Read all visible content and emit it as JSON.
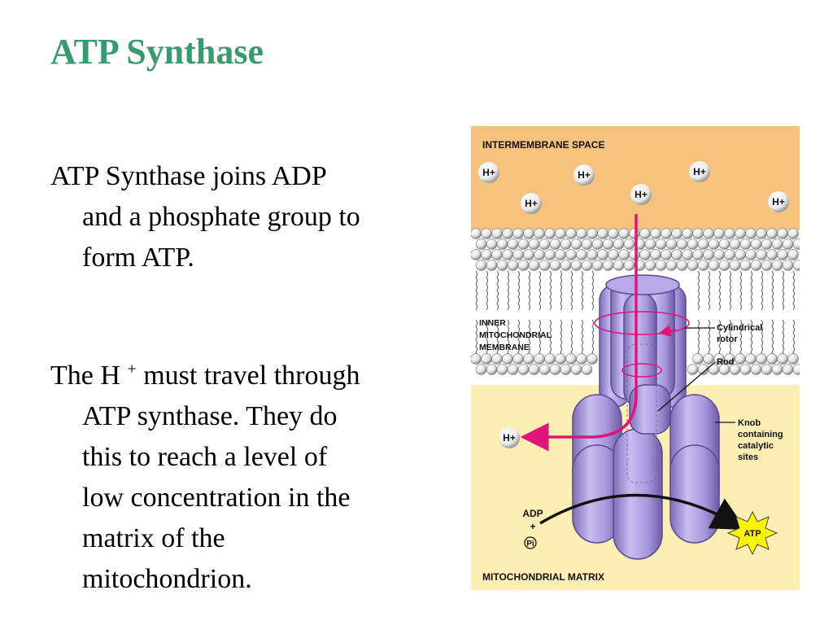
{
  "slide": {
    "title": "ATP Synthase",
    "para1": {
      "lines": [
        "ATP Synthase joins ADP",
        "and a phosphate group to",
        "form ATP."
      ]
    },
    "para2": {
      "first_pre": "The H",
      "first_sup": "+",
      "first_post": " must travel through",
      "lines": [
        "ATP synthase. They do",
        "this to reach a level of",
        "low concentration in the",
        "matrix of the",
        "mitochondrion."
      ]
    }
  },
  "figure": {
    "intermembrane_label": "INTERMEMBRANE SPACE",
    "matrix_label": "MITOCHONDRIAL MATRIX",
    "membrane_label": [
      "INNER",
      "MITOCHONDRIAL",
      "MEMBRANE"
    ],
    "rotor_label": [
      "Cylindrical",
      "rotor"
    ],
    "rod_label": "Rod",
    "knob_label": [
      "Knob",
      "containing",
      "catalytic",
      "sites"
    ],
    "proton_label": "H+",
    "adp_label": "ADP",
    "plus_label": "+",
    "pi_label": "Pi",
    "atp_label": "ATP",
    "colors": {
      "intermembrane": "#f6c27e",
      "matrix": "#fdeeb4",
      "enzyme": "#a898d8",
      "arrow": "#e0157a",
      "starburst": "#fff400"
    }
  }
}
